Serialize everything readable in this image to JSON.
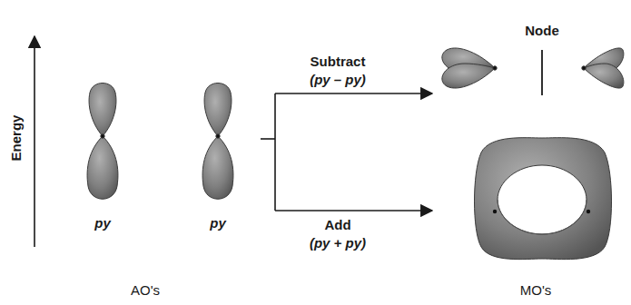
{
  "diagram": {
    "labels": [
      "Energy",
      "py",
      "py",
      "Subtract",
      "(py – py)",
      "Node",
      "Add",
      "(py + py)",
      "AO's",
      "MO's"
    ]
  }
}
